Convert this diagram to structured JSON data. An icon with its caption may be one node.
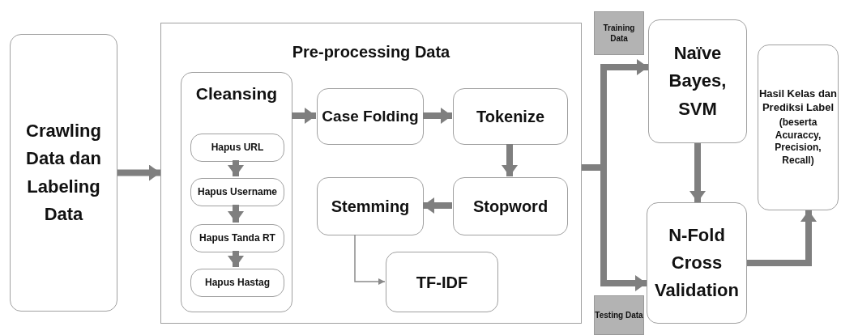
{
  "diagram": {
    "nodes": [
      {
        "text": [
          "Crawling Data dan Labeling Data"
        ]
      },
      {
        "text": [
          "Pre-processing Data"
        ]
      },
      {
        "text": [
          "Cleansing"
        ],
        "in": 1
      },
      {
        "text": [
          "Hapus URL"
        ],
        "in": 2
      },
      {
        "text": [
          "Hapus Username"
        ],
        "in": 2
      },
      {
        "text": [
          "Hapus Tanda RT"
        ],
        "in": 2
      },
      {
        "text": [
          "Hapus Hastag"
        ],
        "in": 2
      },
      {
        "text": [
          "Case Folding"
        ],
        "in": 1
      },
      {
        "text": [
          "Tokenize"
        ],
        "in": 1
      },
      {
        "text": [
          "Stopword"
        ],
        "in": 1
      },
      {
        "text": [
          "Stemming"
        ],
        "in": 1
      },
      {
        "text": [
          "TF-IDF"
        ],
        "in": 1
      },
      {
        "text": [
          "Training Data"
        ]
      },
      {
        "text": [
          "Naïve Bayes, SVM"
        ]
      },
      {
        "text": [
          "N-Fold Cross Validation"
        ]
      },
      {
        "text": [
          "Testing Data"
        ]
      },
      {
        "text": [
          "Hasil Kelas dan Prediksi Label",
          "(beserta Acuraccy, Precision, Recall)"
        ]
      }
    ],
    "edges": [
      {
        "from": 0,
        "to": 1,
        "arrow": "to"
      },
      {
        "from": 3,
        "to": 4,
        "arrow": "to"
      },
      {
        "from": 4,
        "to": 5,
        "arrow": "to"
      },
      {
        "from": 5,
        "to": 6,
        "arrow": "to"
      },
      {
        "from": 2,
        "to": 7,
        "arrow": "to"
      },
      {
        "from": 7,
        "to": 8,
        "arrow": "to"
      },
      {
        "from": 8,
        "to": 9,
        "arrow": "to"
      },
      {
        "from": 9,
        "to": 10,
        "arrow": "to"
      },
      {
        "from": 10,
        "to": 11,
        "arrow": "to"
      },
      {
        "from": 1,
        "to": 13,
        "arrow": "to"
      },
      {
        "from": 1,
        "to": 14,
        "arrow": "to"
      },
      {
        "from": 13,
        "to": 14,
        "arrow": "to"
      },
      {
        "from": 14,
        "to": 16,
        "arrow": "to"
      }
    ]
  }
}
